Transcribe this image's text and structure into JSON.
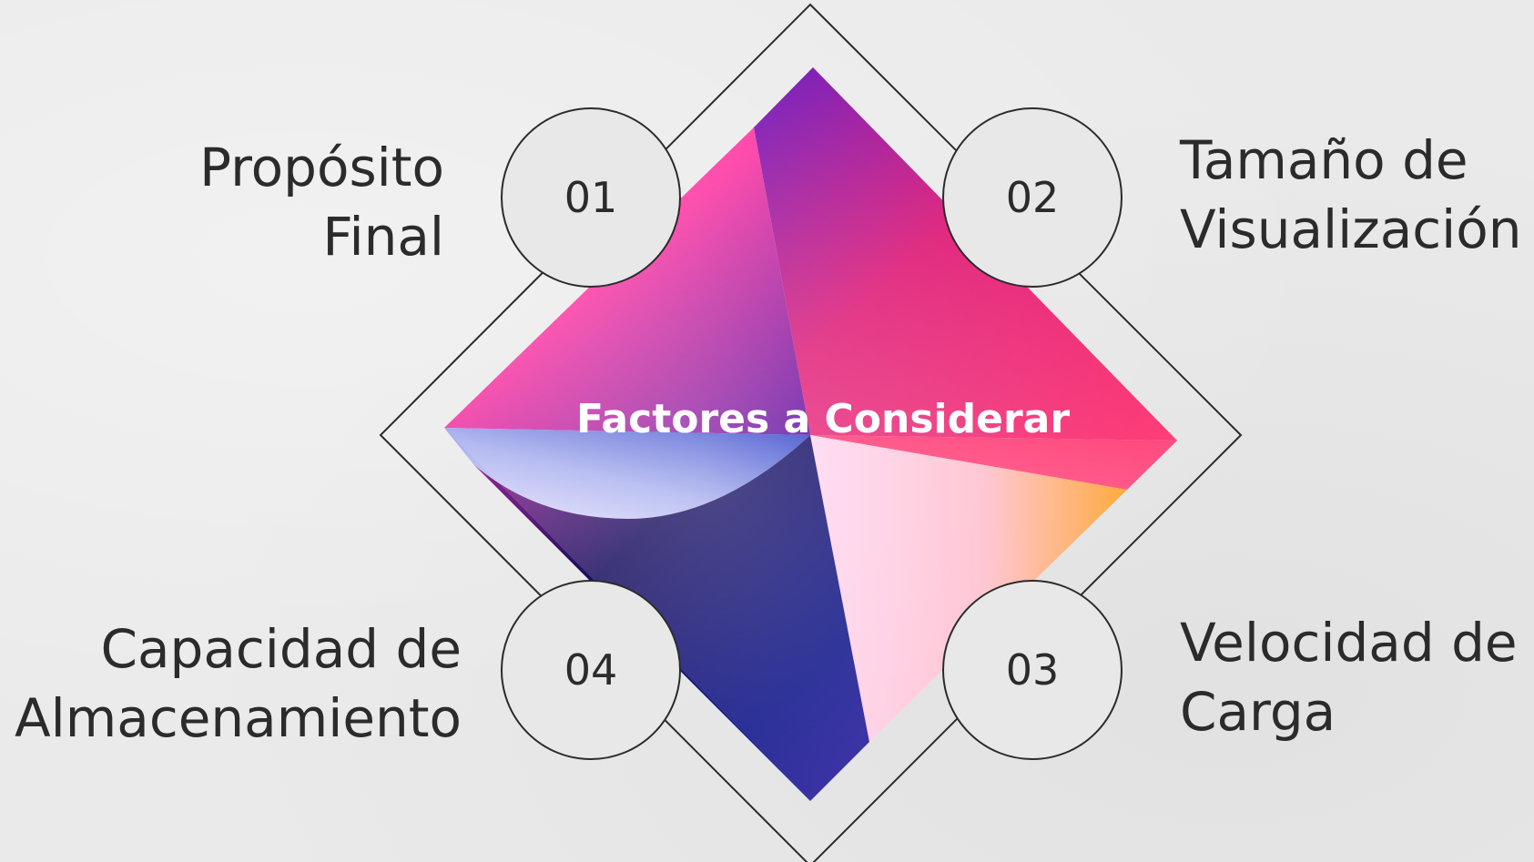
{
  "diagram": {
    "center_title": "Factores a Considerar",
    "factors": [
      {
        "number": "01",
        "title_line1": "Propósito",
        "title_line2": "Final"
      },
      {
        "number": "02",
        "title_line1": "Tamaño de",
        "title_line2": "Visualización"
      },
      {
        "number": "03",
        "title_line1": "Velocidad de",
        "title_line2": "Carga"
      },
      {
        "number": "04",
        "title_line1": "Capacidad de",
        "title_line2": "Almacenamiento"
      }
    ]
  },
  "colors": {
    "background": "#eaeaea",
    "outline": "#2b2b2b",
    "circle_fill": "#e8e8e8",
    "text": "#2b2b2b",
    "center_text": "#ffffff",
    "magenta": "#ff3c8c",
    "pink": "#ff6ac8",
    "purple": "#7b22c4",
    "navy": "#0f1a8a",
    "lavender": "#dcd8ff",
    "orange": "#ffab3a",
    "light_pink": "#ffd2ec"
  }
}
